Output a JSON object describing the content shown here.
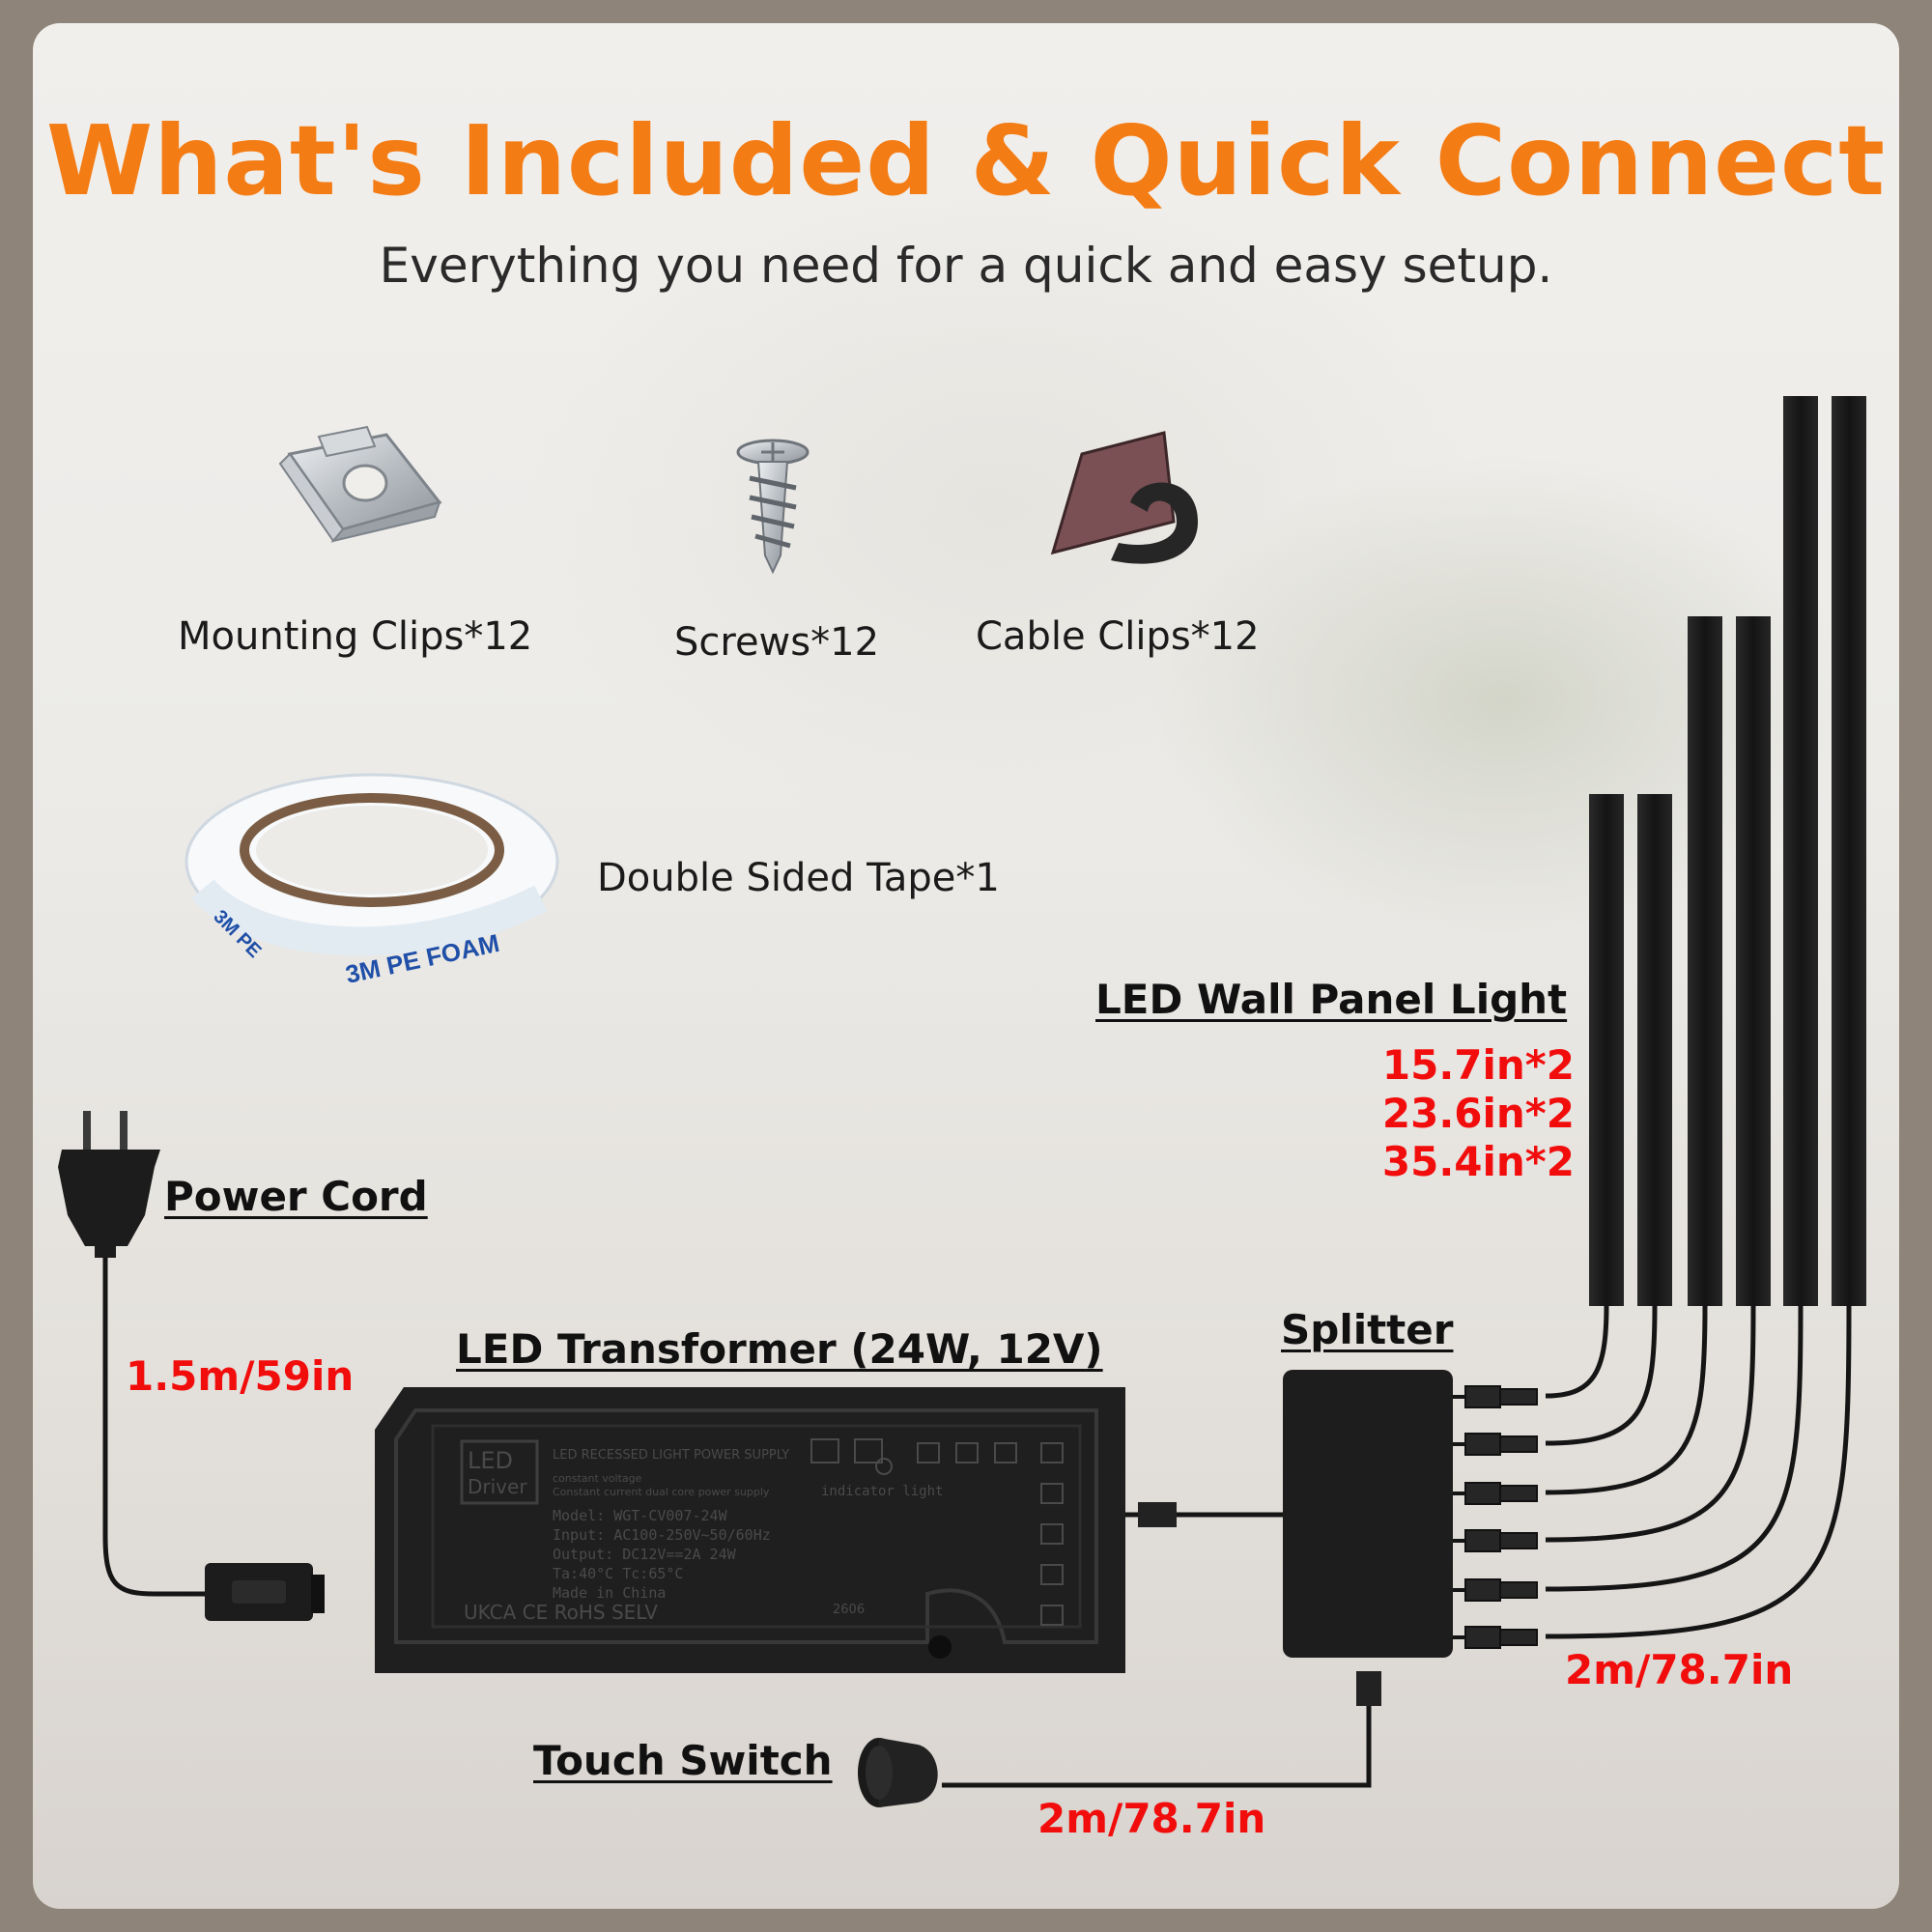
{
  "header": {
    "title": "What's Included & Quick Connect",
    "subtitle": "Everything you need for a quick and easy setup."
  },
  "items": {
    "mounting_clips": "Mounting Clips*12",
    "screws": "Screws*12",
    "cable_clips": "Cable Clips*12",
    "tape": "Double Sided Tape*1"
  },
  "components": {
    "panel_light": {
      "label": "LED Wall Panel Light",
      "sizes": [
        "15.7in*2",
        "23.6in*2",
        "35.4in*2"
      ]
    },
    "power_cord": {
      "label": "Power Cord",
      "length": "1.5m/59in"
    },
    "transformer": {
      "label": "LED Transformer (24W, 12V)",
      "print": {
        "logo_top": "LED",
        "logo_bottom": "Driver",
        "heading": "LED RECESSED LIGHT POWER SUPPLY",
        "line1": "constant voltage",
        "line2": "Constant current dual core power supply",
        "indicator": "indicator light",
        "model": "Model: WGT-CV007-24W",
        "input": "Input: AC100-250V~50/60Hz",
        "output": "Output: DC12V==2A 24W",
        "temp": "Ta:40°C Tc:65°C",
        "origin": "Made in China",
        "marks": "UKCA CE RoHS SELV",
        "code": "2606"
      }
    },
    "splitter": {
      "label": "Splitter",
      "length": "2m/78.7in"
    },
    "touch_switch": {
      "label": "Touch Switch",
      "length": "2m/78.7in"
    }
  },
  "colors": {
    "title": "#f47c14",
    "length_text": "#f20d0d",
    "device": "#1c1c1c"
  }
}
